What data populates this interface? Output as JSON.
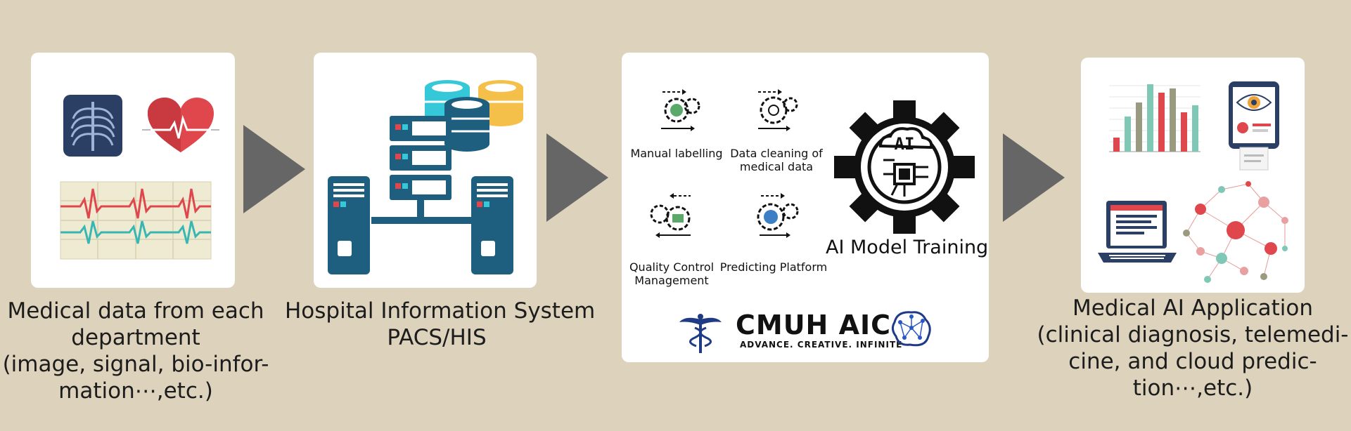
{
  "step1": {
    "lines": [
      "Medical data from each",
      "department",
      "(image, signal, bio-infor-",
      "mation⋯,etc.)"
    ]
  },
  "step2": {
    "lines": [
      "Hospital Information System",
      "PACS/HIS"
    ]
  },
  "step3": {
    "items": [
      {
        "lines": [
          "Manual labelling"
        ]
      },
      {
        "lines": [
          "Data cleaning of",
          "medical data"
        ]
      },
      {
        "lines": [
          "Quality Control",
          "Management"
        ]
      },
      {
        "lines": [
          "Predicting Platform"
        ]
      }
    ],
    "gear_text": "AI",
    "model_label": "AI Model Training",
    "logo_title": "CMUH AIC",
    "logo_tagline": "ADVANCE. CREATIVE. INFINITE"
  },
  "step4": {
    "lines": [
      "Medical AI Application",
      "(clinical diagnosis, telemedi-",
      "cine, and cloud predic-",
      "tion⋯,etc.)"
    ]
  },
  "colors": {
    "background": "#ddd3bc",
    "arrow": "#666666",
    "server_blue": "#1e5f80",
    "accent_red": "#e0474c",
    "accent_teal": "#38b7b2"
  }
}
